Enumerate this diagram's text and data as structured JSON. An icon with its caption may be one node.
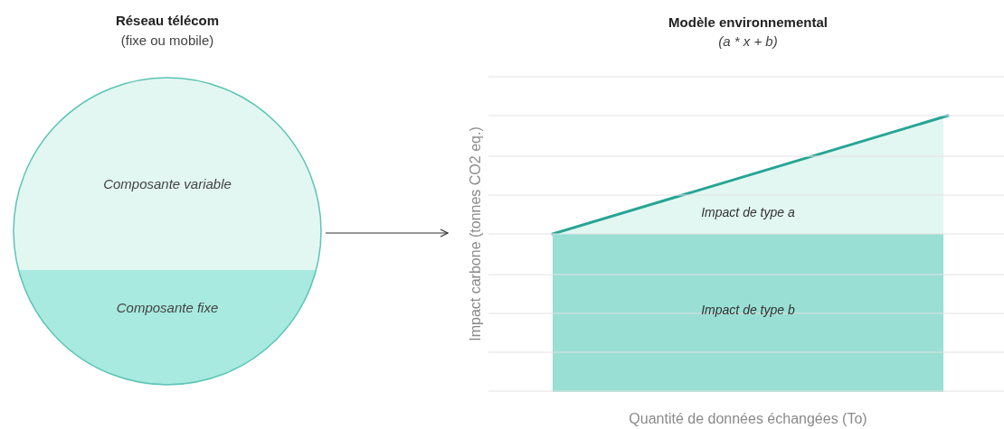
{
  "diagram": {
    "nodes": [
      {
        "text": [
          "Réseau télécom",
          "(fixe ou mobile)"
        ]
      },
      {
        "text": [
          "Composante variable"
        ],
        "in": 0
      },
      {
        "text": [
          "Composante fixe"
        ],
        "in": 0
      },
      {
        "text": [
          "Modèle environnemental",
          "(a * x + b)"
        ]
      },
      {
        "text": [
          "Impact de type a"
        ],
        "in": 3
      },
      {
        "text": [
          "Impact de type b"
        ],
        "in": 3
      }
    ],
    "edges": [
      {
        "from": 0,
        "to": 3,
        "arrow": "to"
      }
    ],
    "labels": [
      "Impact carbone (tonnes CO2 eq.)",
      "Quantité de données échangées (To)"
    ]
  }
}
